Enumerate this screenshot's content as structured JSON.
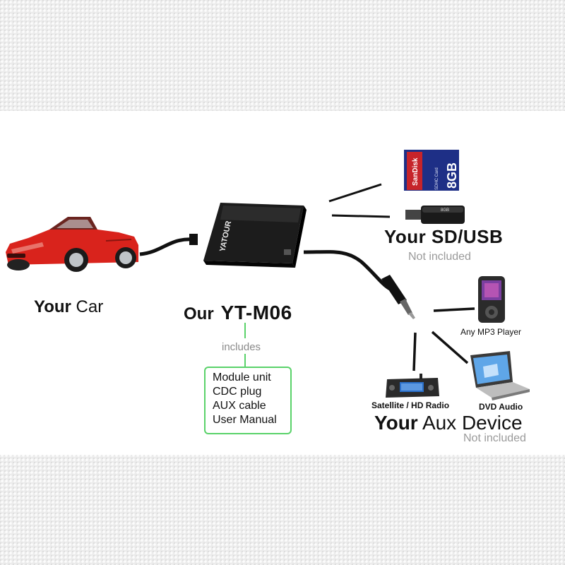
{
  "car": {
    "label_bold": "Your",
    "label_rest": " Car",
    "color": "#d9231c"
  },
  "module": {
    "label_bold": "Our",
    "model": "YT-M06",
    "brand": "YATOUR",
    "includes_label": "includes",
    "items": [
      "Module unit",
      "CDC plug",
      "AUX cable",
      "User Manual"
    ],
    "box_color": "#5ad26a"
  },
  "storage": {
    "title": "Your SD/USB",
    "note": "Not included",
    "sd_brand": "SanDisk",
    "sd_capacity": "8GB",
    "sd_type": "SDHC Card",
    "usb_capacity": "8GB"
  },
  "aux": {
    "mp3_label": "Any MP3 Player",
    "radio_label": "Satellite / HD Radio",
    "dvd_label": "DVD Audio",
    "title_bold": "Your",
    "title_rest": " Aux Device",
    "note": "Not included"
  }
}
